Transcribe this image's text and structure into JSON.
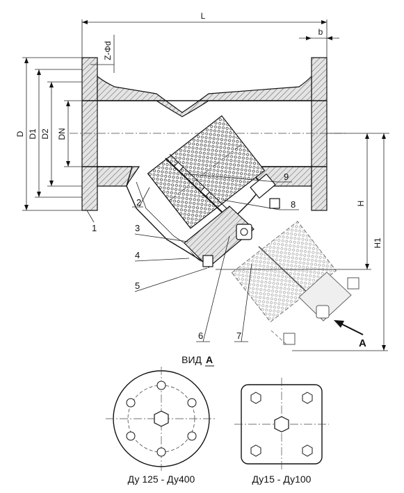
{
  "dimensions": {
    "length": "L",
    "flange_thickness": "b",
    "holes": "Z-Φd",
    "flange_outer": "D",
    "bolt_circle": "D1",
    "raised_face": "D2",
    "nominal_bore": "DN",
    "height": "H",
    "height_service": "H1"
  },
  "callouts": [
    "1",
    "2",
    "3",
    "4",
    "5",
    "6",
    "7",
    "8",
    "9"
  ],
  "view": {
    "prefix": "ВИД",
    "letter": "A",
    "arrow_letter": "A"
  },
  "captions": {
    "round_flange": "Ду 125 - Ду400",
    "square_flange": "Ду15 - Ду100"
  }
}
